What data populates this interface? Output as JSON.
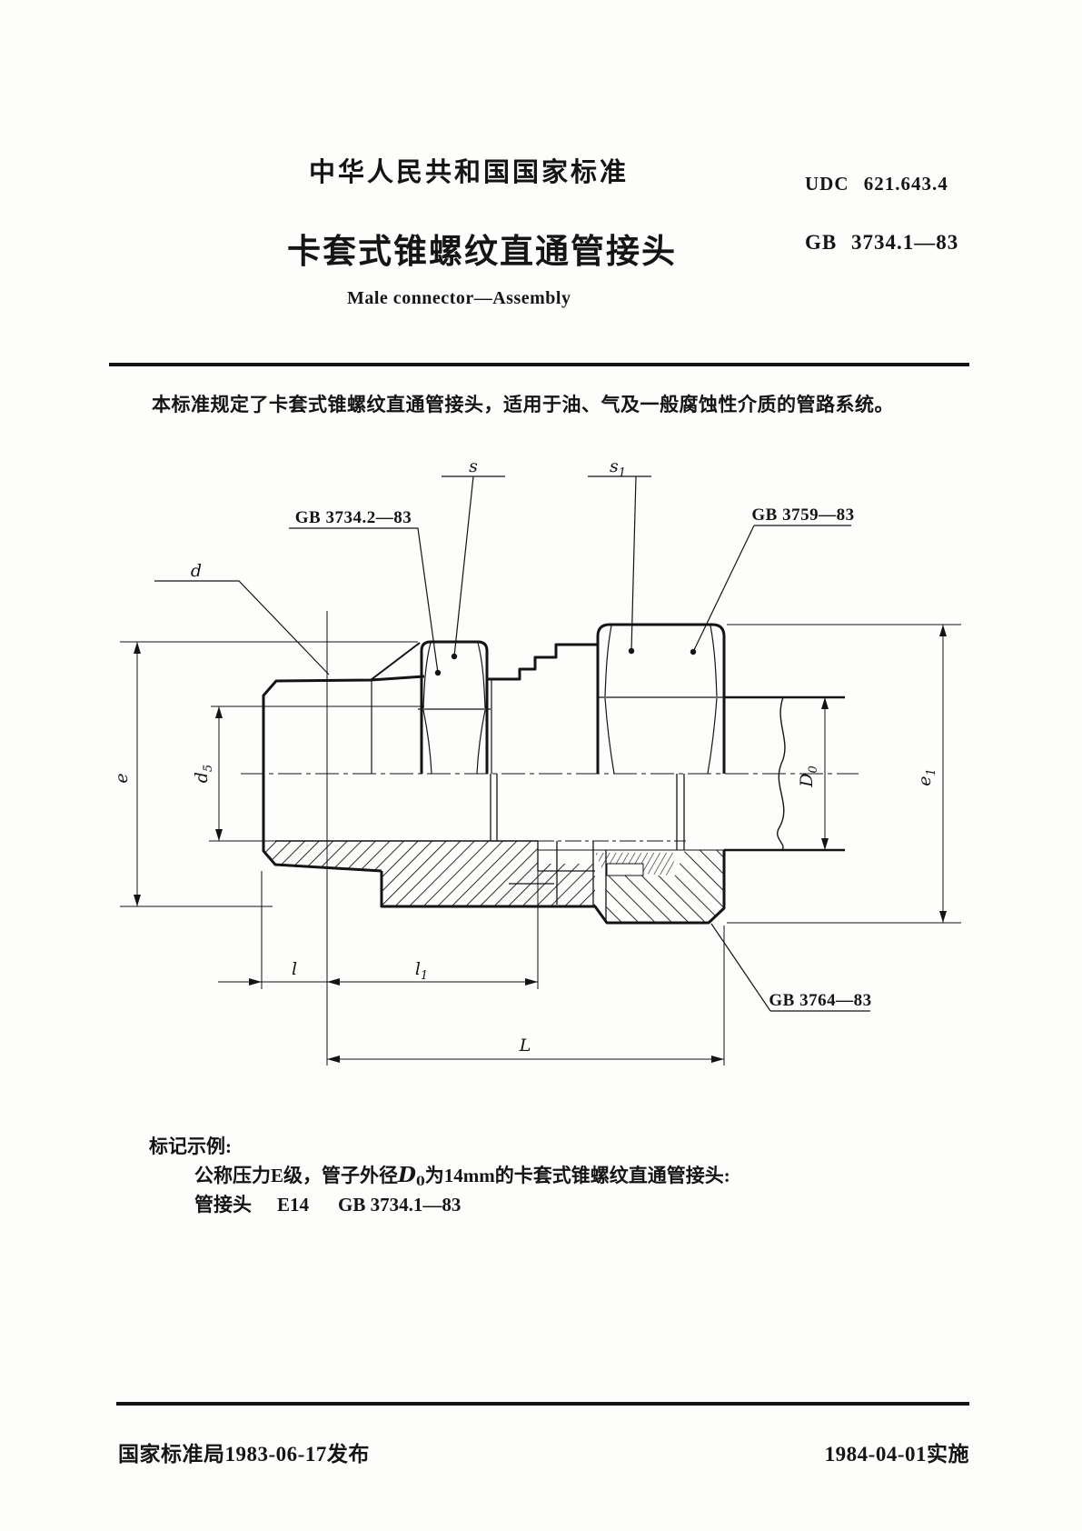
{
  "header": {
    "national_standard": "中华人民共和国国家标准",
    "udc": "UDC 621.643.4",
    "title": "卡套式锥螺纹直通管接头",
    "standard_code": "GB 3734.1—83",
    "subtitle_en": "Male connector—Assembly"
  },
  "intro": "本标准规定了卡套式锥螺纹直通管接头，适用于油、气及一般腐蚀性介质的管路系统。",
  "figure": {
    "callouts": {
      "body_std": "GB 3734.2—83",
      "nut_std": "GB 3759—83",
      "ferrule_std": "GB 3764—83"
    },
    "dims": {
      "s": "s",
      "s1": "s",
      "s1_sub": "1",
      "d": "d",
      "d5": "d",
      "d5_sub": "5",
      "e": "e",
      "e1": "e",
      "e1_sub": "1",
      "D0": "D",
      "D0_sub": "0",
      "l": "l",
      "l1": "l",
      "l1_sub": "1",
      "L": "L"
    }
  },
  "example": {
    "heading": "标记示例:",
    "line1_pre": "公称压力E级，管子外径",
    "line1_symbol": "D",
    "line1_symbol_sub": "0",
    "line1_post": "为14mm的卡套式锥螺纹直通管接头:",
    "line2_item": "管接头",
    "line2_model": "E14",
    "line2_code": "GB 3734.1—83"
  },
  "footer": {
    "issued": "国家标准局1983-06-17发布",
    "effective": "1984-04-01实施"
  }
}
